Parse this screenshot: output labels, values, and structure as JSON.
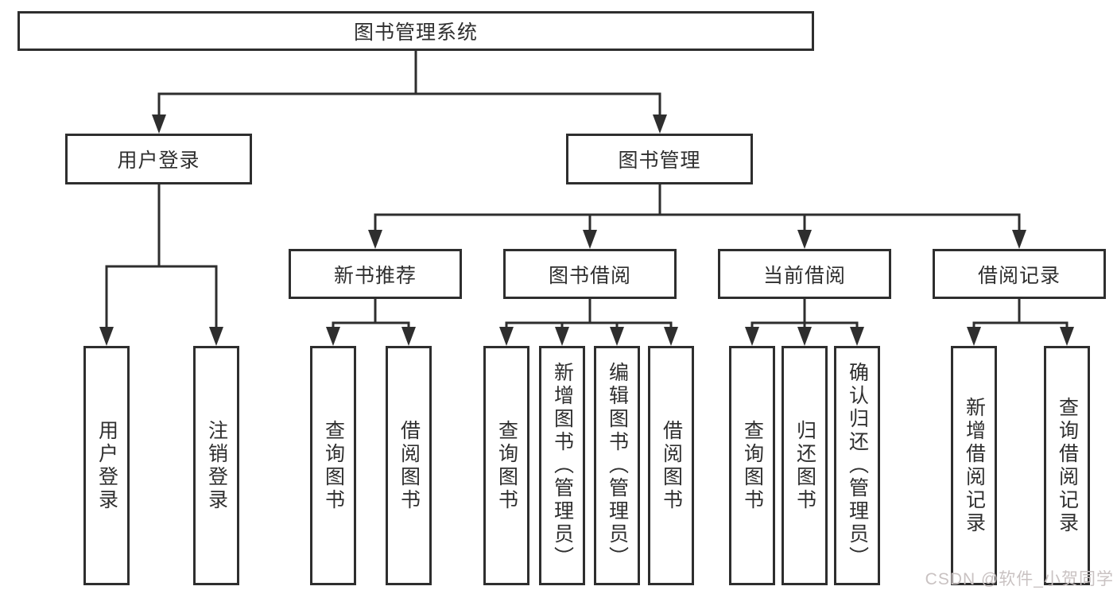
{
  "diagram": {
    "root": {
      "label": "图书管理系统"
    },
    "level2": [
      {
        "label": "用户登录"
      },
      {
        "label": "图书管理"
      }
    ],
    "level3": [
      {
        "label": "新书推荐"
      },
      {
        "label": "图书借阅"
      },
      {
        "label": "当前借阅"
      },
      {
        "label": "借阅记录"
      }
    ],
    "leaves": {
      "userLogin": [
        {
          "label": "用户登录"
        },
        {
          "label": "注销登录"
        }
      ],
      "newBook": [
        {
          "label": "查询图书"
        },
        {
          "label": "借阅图书"
        }
      ],
      "bookBorrow": [
        {
          "label": "查询图书"
        },
        {
          "label": "新增图书（管理员）"
        },
        {
          "label": "编辑图书（管理员）"
        },
        {
          "label": "借阅图书"
        }
      ],
      "currentBorrow": [
        {
          "label": "查询图书"
        },
        {
          "label": "归还图书"
        },
        {
          "label": "确认归还（管理员）"
        }
      ],
      "borrowRecord": [
        {
          "label": "新增借阅记录"
        },
        {
          "label": "查询借阅记录"
        }
      ]
    }
  },
  "watermark": {
    "text": "CSDN @软件_小贺同学"
  },
  "colors": {
    "line": "#2e2e2e",
    "text": "#2f2f2f",
    "background": "#ffffff",
    "watermark": "#c9c2c2"
  }
}
